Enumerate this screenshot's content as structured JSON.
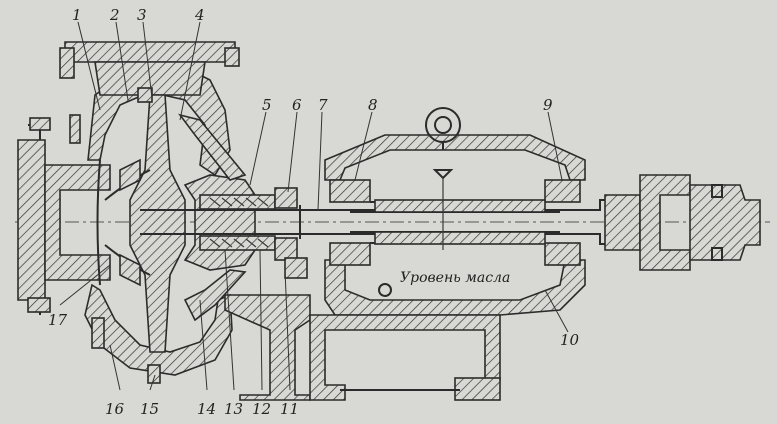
{
  "labels": {
    "top": [
      "1",
      "2",
      "3",
      "4",
      "5",
      "6",
      "7",
      "8",
      "9"
    ],
    "bottom": [
      "16",
      "15",
      "14",
      "13",
      "12",
      "11",
      "10"
    ],
    "side": "17"
  },
  "annotations": {
    "oil_level": "Уровень масла"
  },
  "colors": {
    "paper": "#d8d8d4",
    "ink": "#2b2b2b"
  }
}
